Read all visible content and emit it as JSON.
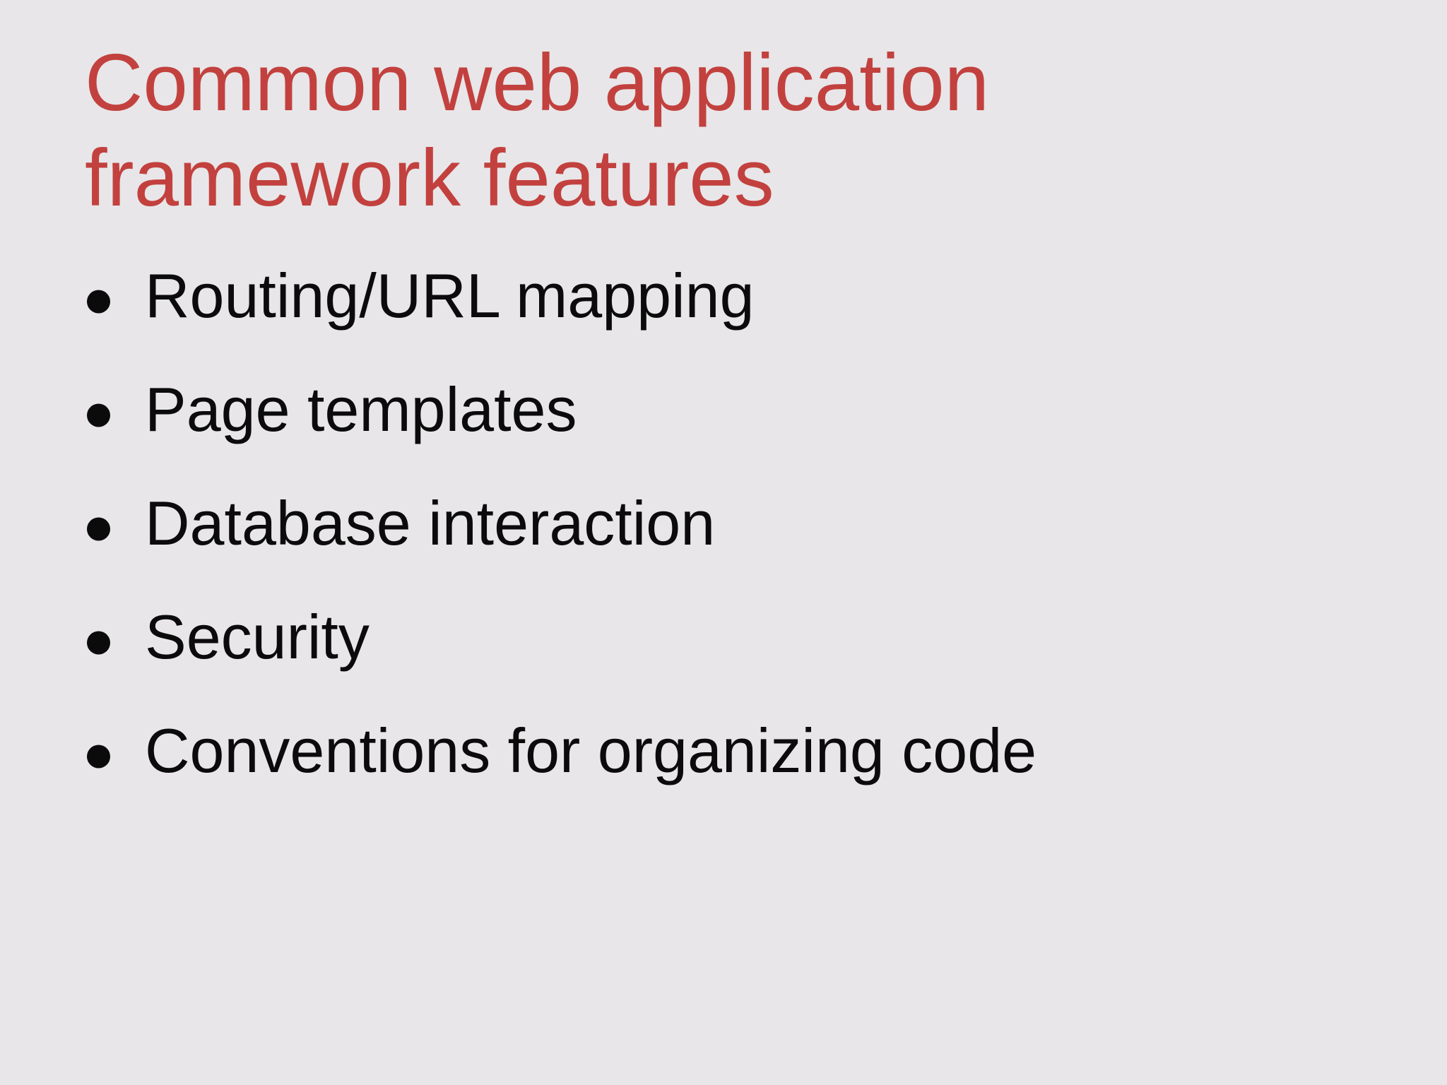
{
  "slide": {
    "title": "Common web application framework features",
    "bullets": [
      "Routing/URL mapping",
      "Page templates",
      "Database interaction",
      "Security",
      "Conventions for organizing code"
    ],
    "colors": {
      "background": "#E8E6E9",
      "title": "#C2413E",
      "body": "#0B0B0B"
    }
  }
}
